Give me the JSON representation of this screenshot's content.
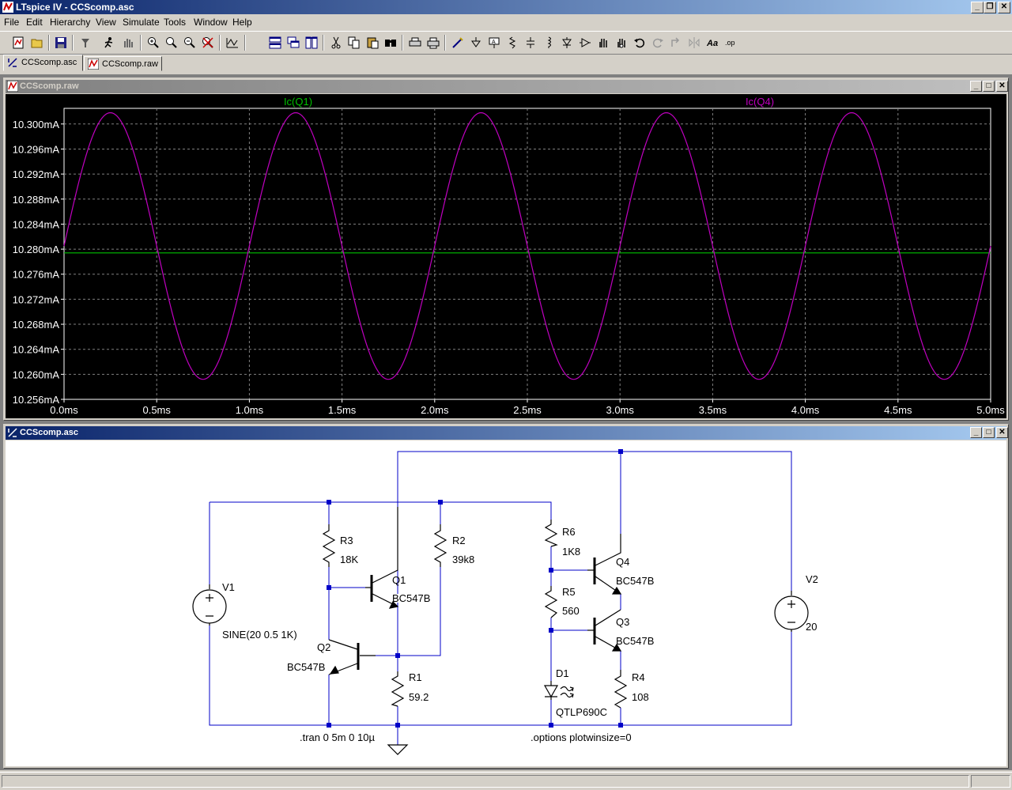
{
  "app": {
    "title": "LTspice IV - CCScomp.asc",
    "window_buttons": {
      "minimize": "_",
      "restore": "❐",
      "close": "✕"
    }
  },
  "menu": [
    "File",
    "Edit",
    "Hierarchy",
    "View",
    "Simulate",
    "Tools",
    "Window",
    "Help"
  ],
  "toolbar_icons": [
    "new-schematic-icon",
    "open-icon",
    "save-icon",
    "control-panel-icon",
    "run-icon",
    "pan-icon",
    "zoom-in-icon",
    "zoom-area-icon",
    "zoom-out-icon",
    "zoom-cancel-icon",
    "autorange-icon",
    "tile-horizontal-icon",
    "cascade-icon",
    "tile-vertical-icon",
    "cut-icon",
    "copy-icon",
    "paste-icon",
    "find-icon",
    "print-preview-icon",
    "print-icon",
    "wire-icon",
    "ground-icon",
    "label-icon",
    "resistor-icon",
    "capacitor-icon",
    "inductor-icon",
    "diode-icon",
    "component-icon",
    "move-icon",
    "drag-icon",
    "undo-icon",
    "redo-icon",
    "rotate-icon",
    "mirror-icon",
    "text-icon",
    "spice-directive-icon"
  ],
  "tabs": [
    {
      "label": "CCScomp.asc",
      "icon": "schematic-icon",
      "active": true
    },
    {
      "label": "CCScomp.raw",
      "icon": "waveform-icon",
      "active": false
    }
  ],
  "waveform_window": {
    "title": "CCScomp.raw"
  },
  "schematic_window": {
    "title": "CCScomp.asc"
  },
  "chart_data": {
    "type": "line",
    "xlabel": "",
    "ylabel": "",
    "x_ticks": [
      "0.0ms",
      "0.5ms",
      "1.0ms",
      "1.5ms",
      "2.0ms",
      "2.5ms",
      "3.0ms",
      "3.5ms",
      "4.0ms",
      "4.5ms",
      "5.0ms"
    ],
    "y_ticks": [
      "10.300mA",
      "10.296mA",
      "10.292mA",
      "10.288mA",
      "10.284mA",
      "10.280mA",
      "10.276mA",
      "10.272mA",
      "10.268mA",
      "10.264mA",
      "10.260mA",
      "10.256mA"
    ],
    "xlim": [
      0,
      5.0
    ],
    "ylim": [
      10.256,
      10.3025
    ],
    "grid": true,
    "background": "#000000",
    "series": [
      {
        "name": "Ic(Q1)",
        "color": "#00c000",
        "type": "constant",
        "value": 10.2794
      },
      {
        "name": "Ic(Q4)",
        "color": "#c000c0",
        "type": "sine",
        "offset": 10.2805,
        "amplitude": 0.0213,
        "frequency_khz": 1.0,
        "x_start": 0.0,
        "x_end": 5.0
      }
    ]
  },
  "schematic": {
    "components": {
      "V1": {
        "name": "V1",
        "value": "SINE(20 0.5 1K)"
      },
      "V2": {
        "name": "V2",
        "value": "20"
      },
      "R1": {
        "name": "R1",
        "value": "59.2"
      },
      "R2": {
        "name": "R2",
        "value": "39k8"
      },
      "R3": {
        "name": "R3",
        "value": "18K"
      },
      "R4": {
        "name": "R4",
        "value": "108"
      },
      "R5": {
        "name": "R5",
        "value": "560"
      },
      "R6": {
        "name": "R6",
        "value": "1K8"
      },
      "Q1": {
        "name": "Q1",
        "value": "BC547B"
      },
      "Q2": {
        "name": "Q2",
        "value": "BC547B"
      },
      "Q3": {
        "name": "Q3",
        "value": "BC547B"
      },
      "Q4": {
        "name": "Q4",
        "value": "BC547B"
      },
      "D1": {
        "name": "D1",
        "value": "QTLP690C"
      }
    },
    "directives": [
      ".tran 0 5m 0 10µ",
      ".options plotwinsize=0"
    ],
    "wire_color": "#0000c8"
  }
}
